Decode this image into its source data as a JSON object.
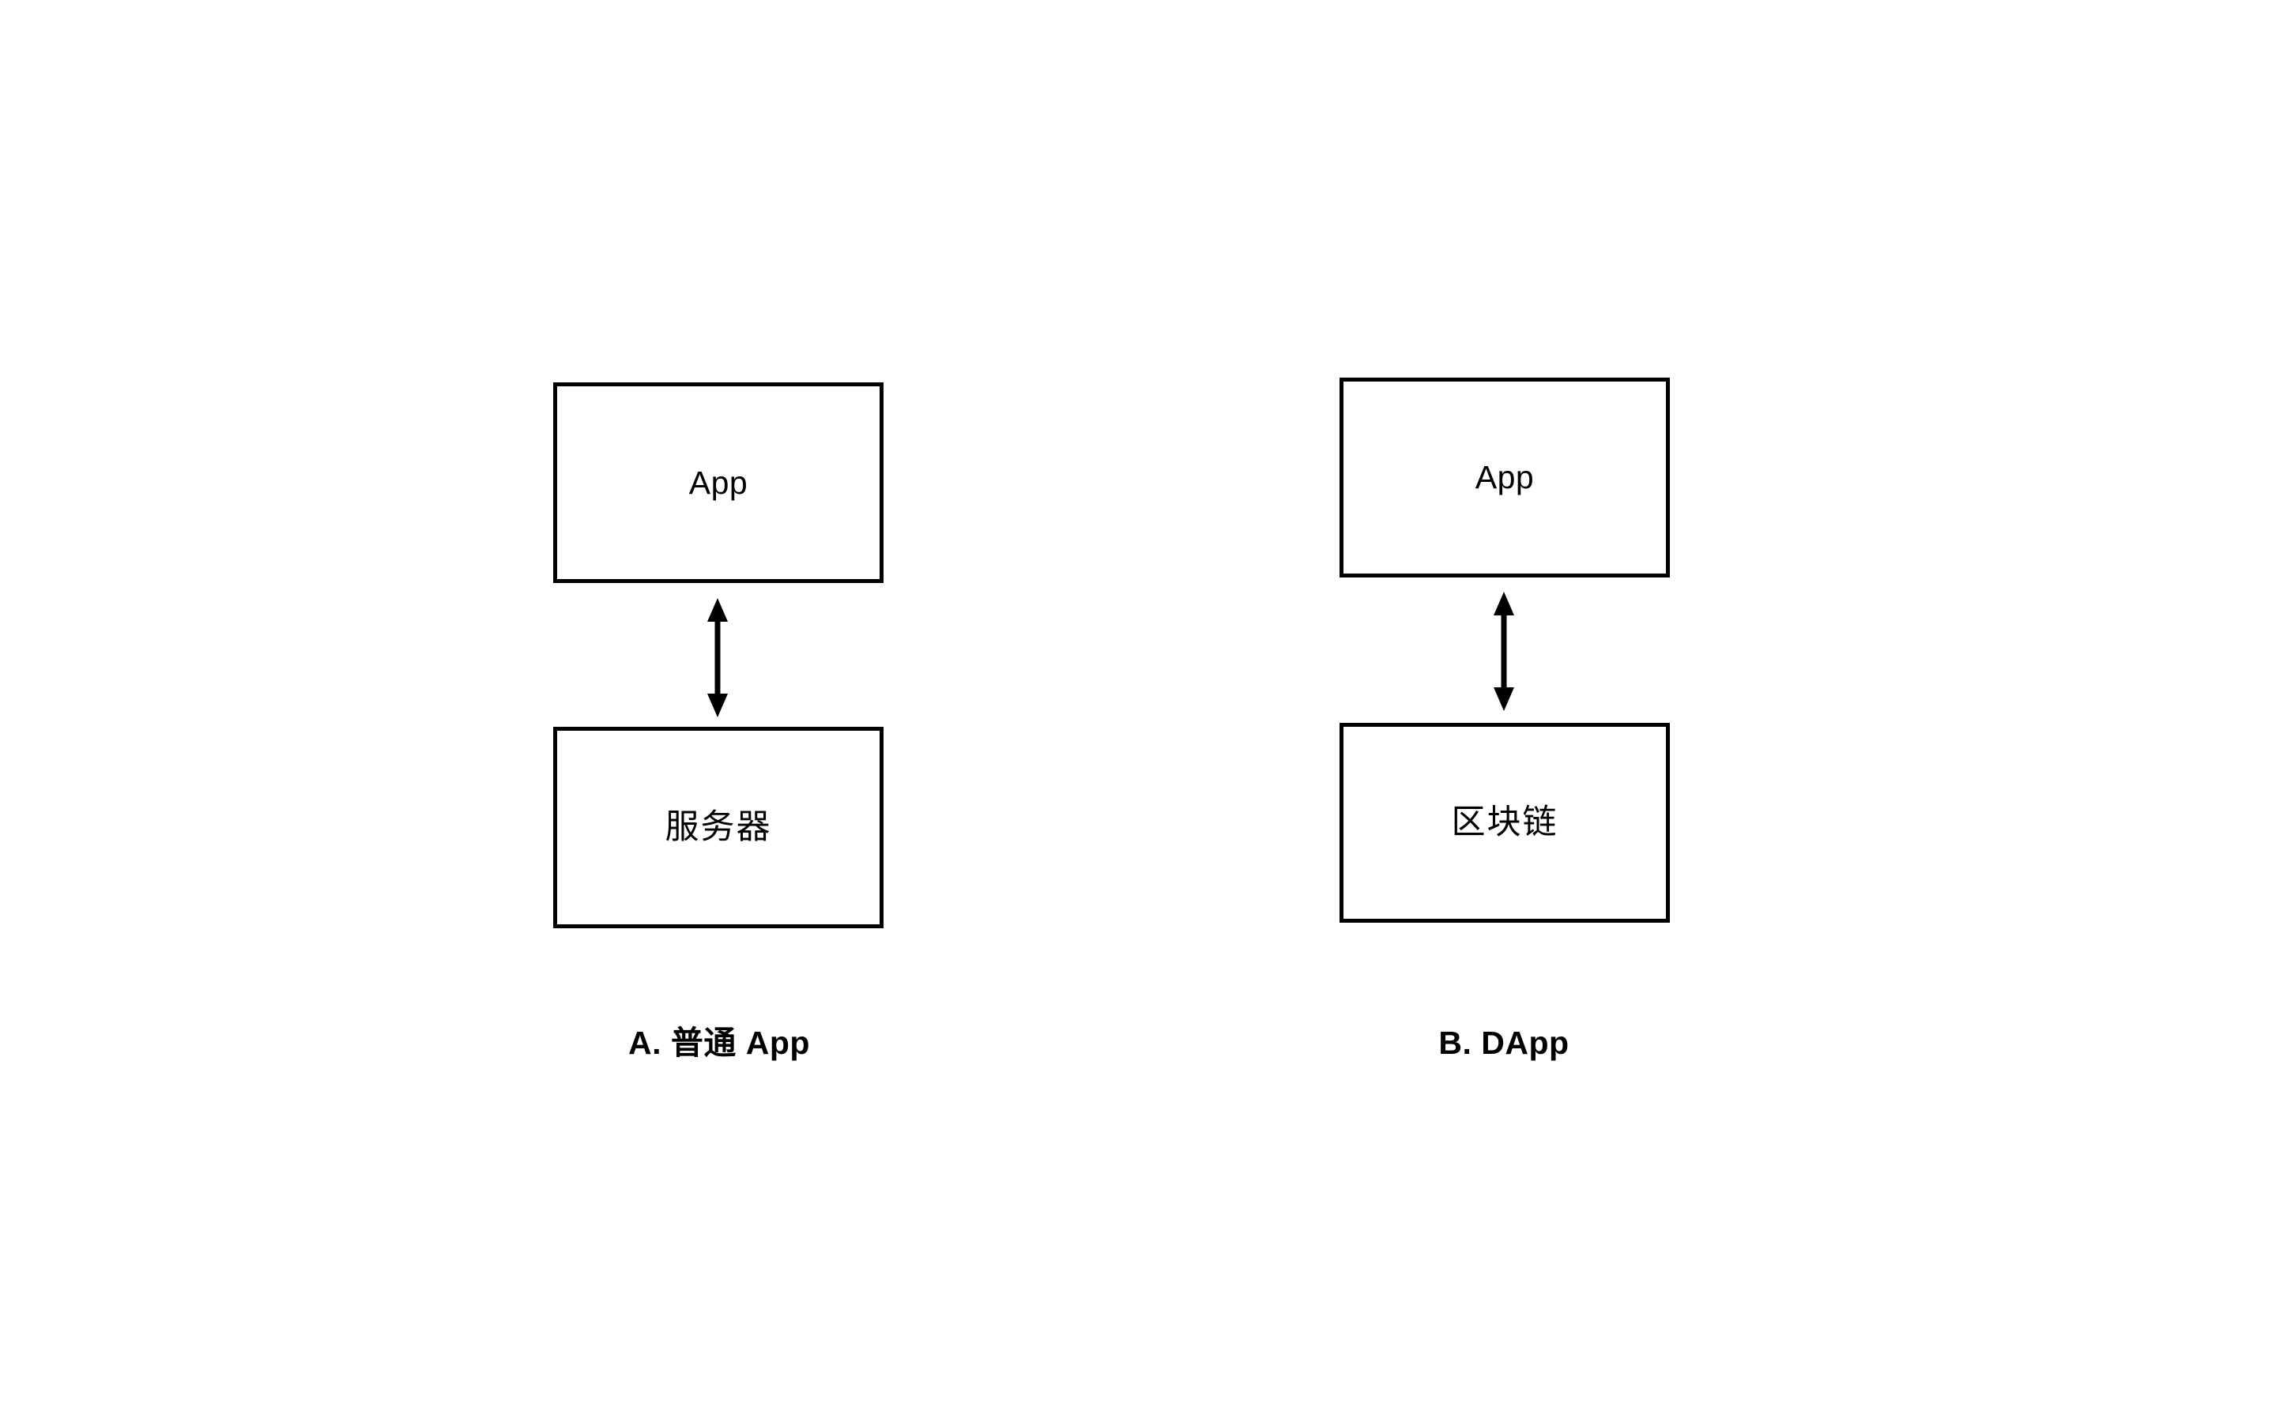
{
  "figure": {
    "type": "diagram",
    "background_color": "#ffffff",
    "stroke_color": "#000000",
    "text_color": "#000000"
  },
  "panels": [
    {
      "id": "panel-a",
      "caption": "A. 普通 App",
      "nodes": [
        {
          "id": "app-left",
          "label": "App",
          "script": "latin"
        },
        {
          "id": "server",
          "label": "服务器",
          "script": "cjk"
        }
      ],
      "connector": {
        "id": "arrow-left",
        "style": "double-headed-arrow",
        "orientation": "vertical",
        "from": "app-left",
        "to": "server"
      }
    },
    {
      "id": "panel-b",
      "caption": "B. DApp",
      "nodes": [
        {
          "id": "app-right",
          "label": "App",
          "script": "latin"
        },
        {
          "id": "blockchain",
          "label": "区块链",
          "script": "cjk"
        }
      ],
      "connector": {
        "id": "arrow-right",
        "style": "double-headed-arrow",
        "orientation": "vertical",
        "from": "app-right",
        "to": "blockchain"
      }
    }
  ]
}
